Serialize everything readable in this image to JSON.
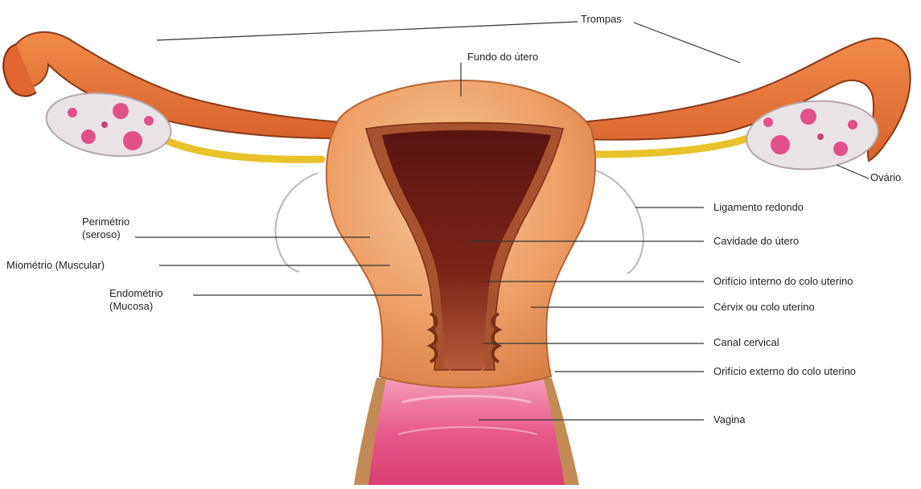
{
  "labels": {
    "trompas": "Trompas",
    "fundo": "Fundo do útero",
    "ovario": "Ovário",
    "ligamento": "Ligamento redondo",
    "perimetrio_1": "Perimétrio",
    "perimetrio_2": "(seroso)",
    "cavidade": "Cavidade do útero",
    "miometrio": "Miométrio (Muscular)",
    "orificio_interno": "Orifício interno do colo uterino",
    "endometrio_1": "Endométrio",
    "endometrio_2": "(Mucosa)",
    "cervix": "Cérvix ou colo uterino",
    "canal": "Canal cervical",
    "orificio_externo": "Orifício externo do colo uterino",
    "vagina": "Vagina"
  },
  "colors": {
    "tube": "#e8743a",
    "tube_dark": "#a8401c",
    "uterus": "#efa066",
    "uterus_light": "#f7c494",
    "cavity": "#7a2016",
    "endometrium": "#a64b2e",
    "ligament": "#f2d23a",
    "ovary": "#e9e4e6",
    "follicle": "#e2508a",
    "vagina": "#e9558a",
    "vagina_wall": "#c9955c",
    "leader": "#333333"
  }
}
